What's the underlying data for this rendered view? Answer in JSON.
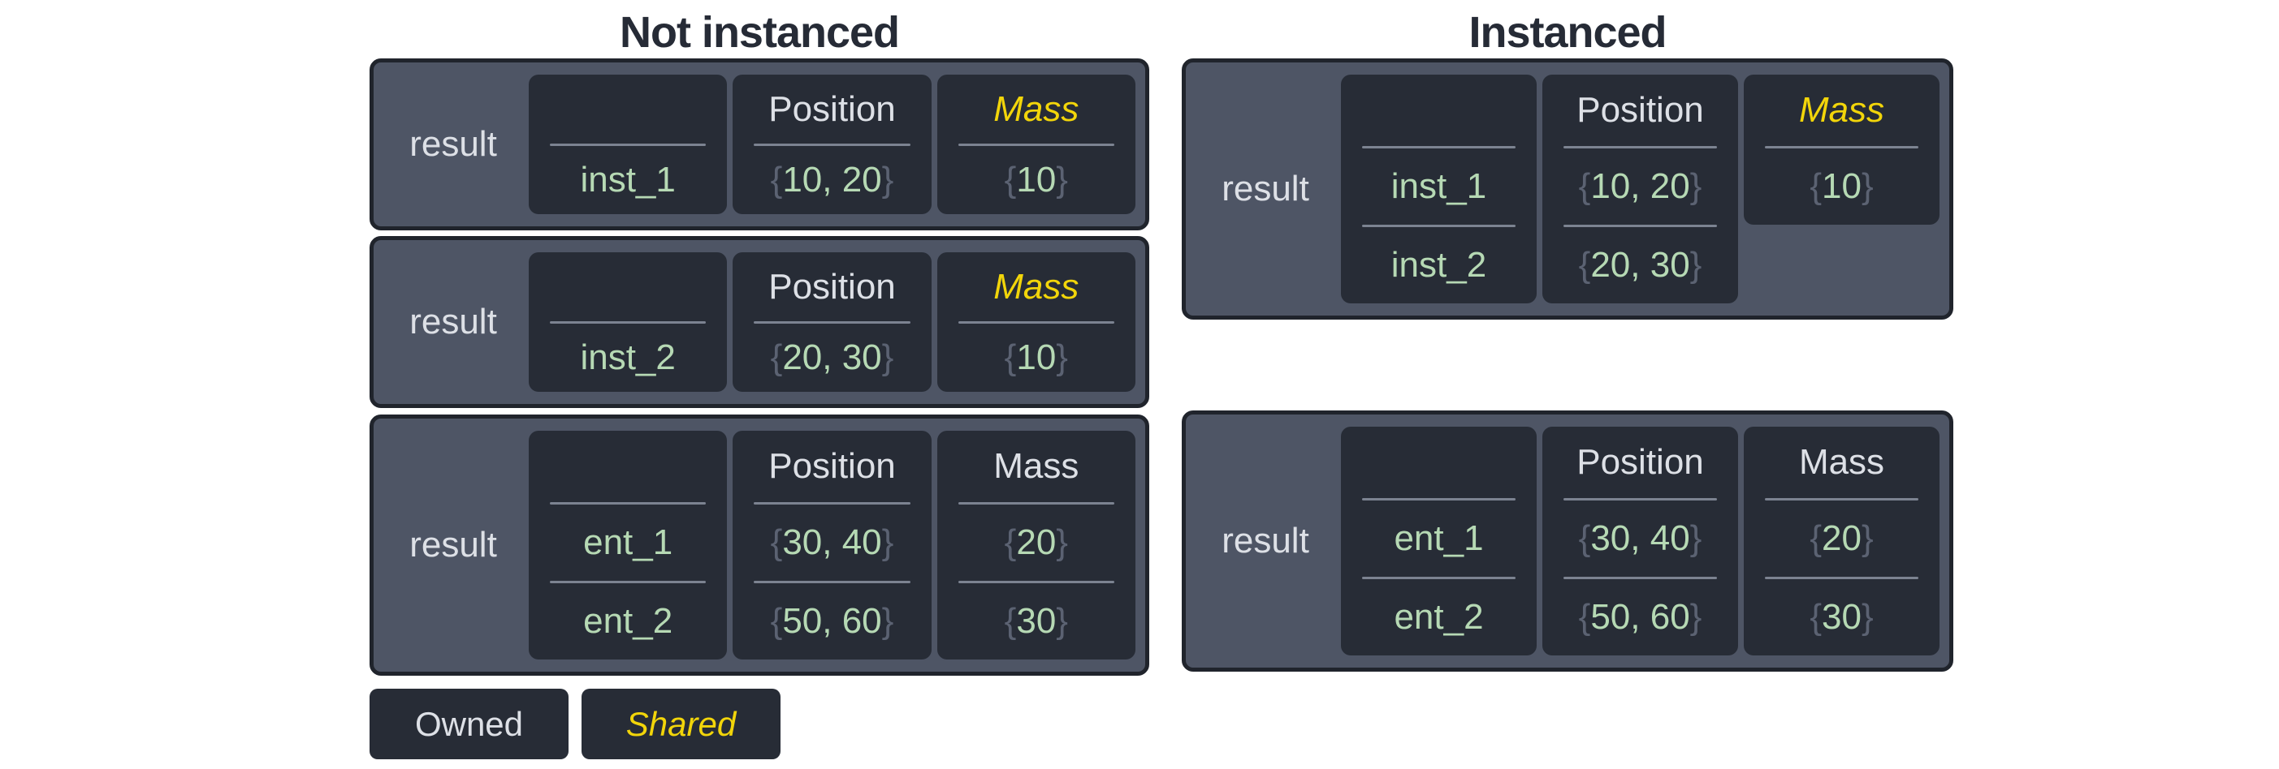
{
  "titles": {
    "not_instanced": "Not instanced",
    "instanced": "Instanced"
  },
  "legend": {
    "owned": "Owned",
    "shared": "Shared"
  },
  "colors": {
    "outer_bg": "#4e5565",
    "cell_bg": "#272c36",
    "frame": "#20242c",
    "yellow": "#f2d50a",
    "green": "#b6d9b4",
    "brace": "#5b6272",
    "divider": "#7c8391",
    "light": "#dde0e6",
    "title": "#262b36"
  },
  "tables": {
    "ni_inst1": {
      "result": "result",
      "columns": [
        {
          "header": "",
          "rows": [
            "inst_1"
          ]
        },
        {
          "header": "Position",
          "rows": [
            "{10, 20}"
          ]
        },
        {
          "header": "Mass",
          "shared": true,
          "rows": [
            "{10}"
          ]
        }
      ]
    },
    "ni_inst2": {
      "result": "result",
      "columns": [
        {
          "header": "",
          "rows": [
            "inst_2"
          ]
        },
        {
          "header": "Position",
          "rows": [
            "{20, 30}"
          ]
        },
        {
          "header": "Mass",
          "shared": true,
          "rows": [
            "{10}"
          ]
        }
      ]
    },
    "ni_ents": {
      "result": "result",
      "columns": [
        {
          "header": "",
          "rows": [
            "ent_1",
            "ent_2"
          ]
        },
        {
          "header": "Position",
          "rows": [
            "{30, 40}",
            "{50, 60}"
          ]
        },
        {
          "header": "Mass",
          "rows": [
            "{20}",
            "{30}"
          ]
        }
      ]
    },
    "i_insts": {
      "result": "result",
      "columns": [
        {
          "header": "",
          "rows": [
            "inst_1",
            "inst_2"
          ]
        },
        {
          "header": "Position",
          "rows": [
            "{10, 20}",
            "{20, 30}"
          ]
        },
        {
          "header": "Mass",
          "shared": true,
          "short": true,
          "rows": [
            "{10}"
          ]
        }
      ]
    },
    "i_ents": {
      "result": "result",
      "columns": [
        {
          "header": "",
          "rows": [
            "ent_1",
            "ent_2"
          ]
        },
        {
          "header": "Position",
          "rows": [
            "{30, 40}",
            "{50, 60}"
          ]
        },
        {
          "header": "Mass",
          "rows": [
            "{20}",
            "{30}"
          ]
        }
      ]
    }
  }
}
